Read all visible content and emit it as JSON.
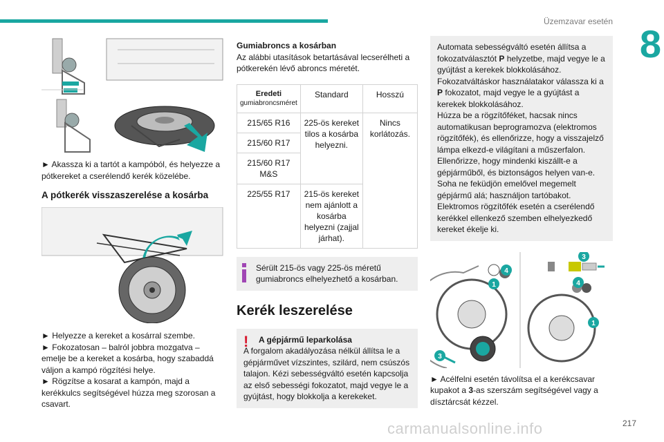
{
  "header": {
    "title": "Üzemzavar esetén",
    "chapter": "8",
    "page_number": "217"
  },
  "colors": {
    "accent": "#1aa7a1",
    "warning": "#d7192f",
    "info": "#a046b4"
  },
  "col1": {
    "para1": "► Akassza ki a tartót a kampóból, és helyezze a pótkereket a cserélendő kerék közelébe.",
    "heading": "A pótkerék visszaszerelése a kosárba",
    "steps": [
      "► Helyezze a kereket a kosárral szembe.",
      "► Fokozatosan – balról jobbra mozgatva – emelje be a kereket a kosárba, hogy szabaddá váljon a kampó rögzítési helye.",
      "► Rögzítse a kosarat a kampón, majd a kerékkulcs segítségével húzza meg szorosan a csavart."
    ]
  },
  "col2": {
    "title": "Gumiabroncs a kosárban",
    "intro": "Az alábbi utasítások betartásával lecserélheti a pótkerekén lévő abroncs méretét.",
    "table": {
      "headers": [
        "Eredeti",
        "gumiabroncsméret",
        "Standard",
        "Hosszú"
      ],
      "rows": [
        {
          "size": "215/65 R16"
        },
        {
          "size": "215/60 R17"
        },
        {
          "size": "215/60 R17 M&S"
        },
        {
          "size": "225/55 R17"
        }
      ],
      "standard_1": "225-ös kereket tilos a kosárba helyezni.",
      "standard_2": "215-ös kereket nem ajánlott a kosárba helyezni (zajjal járhat).",
      "long": "Nincs korlátozás."
    },
    "note": "Sérült 215-ös vagy 225-ös méretű gumiabroncs elhelyezhető a kosárban.",
    "section_title": "Kerék leszerelése",
    "warning": {
      "title": "A gépjármű leparkolása",
      "text": "A forgalom akadályozása nélkül állítsa le a gépjárművet vízszintes, szilárd, nem csúszós talajon. Kézi sebességváltó esetén kapcsolja az első sebességi fokozatot, majd vegye le a gyújtást, hogy blokkolja a kerekeket."
    }
  },
  "col3": {
    "info_lines": [
      "Automata sebességváltó esetén állítsa a fokozatválasztót ",
      "P",
      " helyzetbe, majd vegye le a gyújtást a kerekek blokkolásához.",
      "Fokozatváltáskor használatakor válassza ki a ",
      "P",
      " fokozatot, majd vegye le a gyújtást a kerekek blokkolásához.",
      "Húzza be a rögzítőféket, hacsak nincs automatikusan beprogramozva (elektromos rögzítőfék), és ellenőrizze, hogy a visszajelző lámpa elkezd-e világítani a műszerfalon.",
      "Ellenőrizze, hogy mindenki kiszállt-e a gépjárműből, és biztonságos helyen van-e.",
      "Soha ne feküdjön emelővel megemelt gépjármű alá; használjon tartóbakot.",
      "Elektromos rögzítőfék esetén a cserélendő kerékkel ellenkező szemben elhelyezkedő kereket ékelje ki."
    ],
    "callouts": [
      "3",
      "4",
      "1",
      "4",
      "1",
      "3"
    ],
    "caption_pre": "► Acélfelni esetén távolítsa el a kerékcsavar kupakot a ",
    "caption_bold": "3",
    "caption_post": "-as szerszám segítségével vagy a dísztárcsát kézzel."
  },
  "watermark": "carmanualsonline.info"
}
